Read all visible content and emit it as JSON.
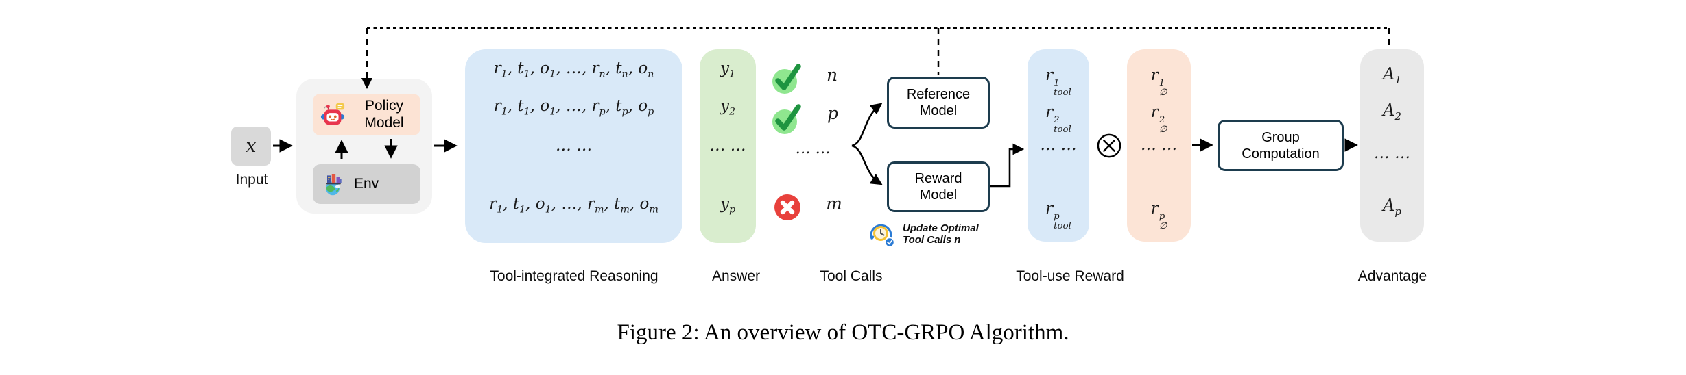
{
  "figure": {
    "caption": "Figure 2: An overview of OTC-GRPO Algorithm."
  },
  "colors": {
    "tir-blue": "#D9E9F8",
    "answer-green": "#D9EDCE",
    "reward-orange": "#FCE4D6",
    "policy-peach": "#FCE3D4",
    "env-gray": "#D2D2D2",
    "container-gray": "#F3F3F3",
    "input-gray": "#D9D9D9",
    "advantage-gray": "#E9E9E9",
    "box-border-navy": "#1D3C4E",
    "check-green": "#1E9440",
    "check-bg-green": "#8FE68F",
    "cross-red": "#E8413C",
    "clock-yellow": "#F5C235",
    "accent-blue": "#2B7BD4"
  },
  "input": {
    "symbol_tokens": [
      {
        "t": "x"
      }
    ],
    "label": "Input"
  },
  "agent": {
    "policy_label": "Policy\nModel",
    "env_label": "Env",
    "policy_icon": "robot-icon",
    "env_icon": "globe-buildings-icon"
  },
  "tir": {
    "label": "Tool-integrated Reasoning",
    "rows": [
      [
        {
          "t": "r",
          "sub": "1"
        },
        {
          "t": ", t",
          "sub": "1"
        },
        {
          "t": ", o",
          "sub": "1"
        },
        {
          "t": ", …, r",
          "sub": "n"
        },
        {
          "t": ", t",
          "sub": "n"
        },
        {
          "t": ", o",
          "sub": "n"
        }
      ],
      [
        {
          "t": "r",
          "sub": "1"
        },
        {
          "t": ", t",
          "sub": "1"
        },
        {
          "t": ", o",
          "sub": "1"
        },
        {
          "t": ", …, r",
          "sub": "p"
        },
        {
          "t": ", t",
          "sub": "p"
        },
        {
          "t": ", o",
          "sub": "p"
        }
      ],
      [
        {
          "t": "… …"
        }
      ],
      [
        {
          "t": "r",
          "sub": "1"
        },
        {
          "t": ", t",
          "sub": "1"
        },
        {
          "t": ", o",
          "sub": "1"
        },
        {
          "t": ", …, r",
          "sub": "m"
        },
        {
          "t": ", t",
          "sub": "m"
        },
        {
          "t": ", o",
          "sub": "m"
        }
      ]
    ]
  },
  "answer": {
    "label": "Answer",
    "rows": [
      [
        {
          "t": "y",
          "sub": "1"
        }
      ],
      [
        {
          "t": "y",
          "sub": "2"
        }
      ],
      [
        {
          "t": "… …"
        }
      ],
      [
        {
          "t": "y",
          "sub": "p"
        }
      ]
    ]
  },
  "tool_calls": {
    "label": "Tool Calls",
    "dots_tokens": [
      {
        "t": "… …"
      }
    ],
    "items": [
      {
        "status": "success",
        "icon": "check-icon",
        "count_tokens": [
          {
            "t": "n"
          }
        ]
      },
      {
        "status": "success",
        "icon": "check-icon",
        "count_tokens": [
          {
            "t": "p"
          }
        ]
      },
      {
        "status": "fail",
        "icon": "cross-icon",
        "count_tokens": [
          {
            "t": "m"
          }
        ]
      }
    ]
  },
  "models": {
    "reference_label": "Reference\nModel",
    "reward_label": "Reward\nModel"
  },
  "update_note": {
    "icon": "clock-update-icon",
    "text": "Update Optimal\nTool Calls n"
  },
  "reward_tool": {
    "label": "Tool-use Reward",
    "items": [
      [
        {
          "t": "r",
          "sup": "1",
          "sub": "tool",
          "stack": true
        }
      ],
      [
        {
          "t": "r",
          "sup": "2",
          "sub": "tool",
          "stack": true
        }
      ],
      [
        {
          "t": "… …"
        }
      ],
      [
        {
          "t": "r",
          "sup": "p",
          "sub": "tool",
          "stack": true
        }
      ]
    ]
  },
  "reward_phi": {
    "items": [
      [
        {
          "t": "r",
          "sup": "1",
          "sub": "∅",
          "stack": true
        }
      ],
      [
        {
          "t": "r",
          "sup": "2",
          "sub": "∅",
          "stack": true
        }
      ],
      [
        {
          "t": "… …"
        }
      ],
      [
        {
          "t": "r",
          "sup": "p",
          "sub": "∅",
          "stack": true
        }
      ]
    ]
  },
  "operator": {
    "symbol": "circled-times"
  },
  "group": {
    "label": "Group\nComputation"
  },
  "advantage": {
    "label": "Advantage",
    "items": [
      [
        {
          "t": "A",
          "sub": "1"
        }
      ],
      [
        {
          "t": "A",
          "sub": "2"
        }
      ],
      [
        {
          "t": "… …"
        }
      ],
      [
        {
          "t": "A",
          "sub": "p"
        }
      ]
    ]
  }
}
